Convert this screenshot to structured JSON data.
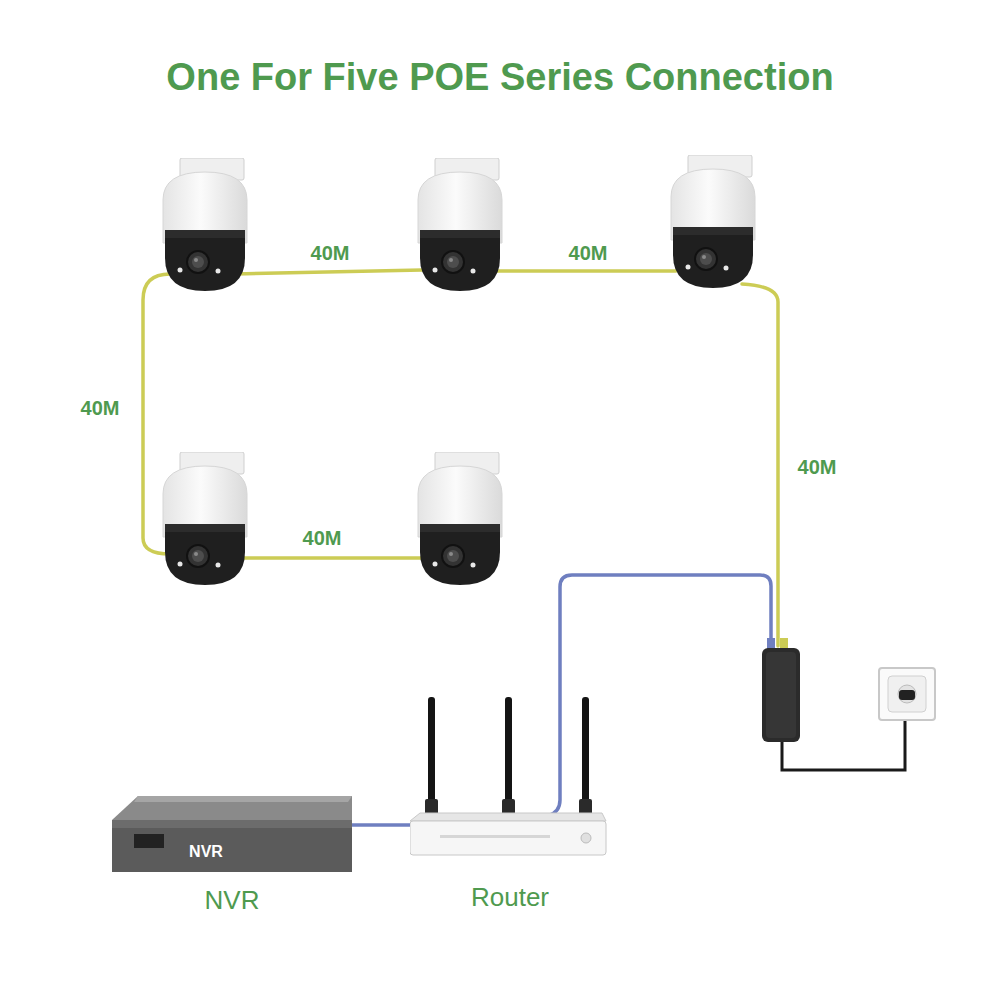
{
  "diagram": {
    "title": "One For Five POE Series Connection",
    "nodes": [
      {
        "text": [
          "NVR",
          "NVR"
        ]
      },
      {
        "text": [
          "Router"
        ]
      }
    ],
    "edges": [
      {
        "from": 0,
        "to": 1,
        "arrow": "none"
      }
    ],
    "labels": [
      "40M",
      "40M",
      "40M",
      "40M",
      "40M"
    ]
  }
}
